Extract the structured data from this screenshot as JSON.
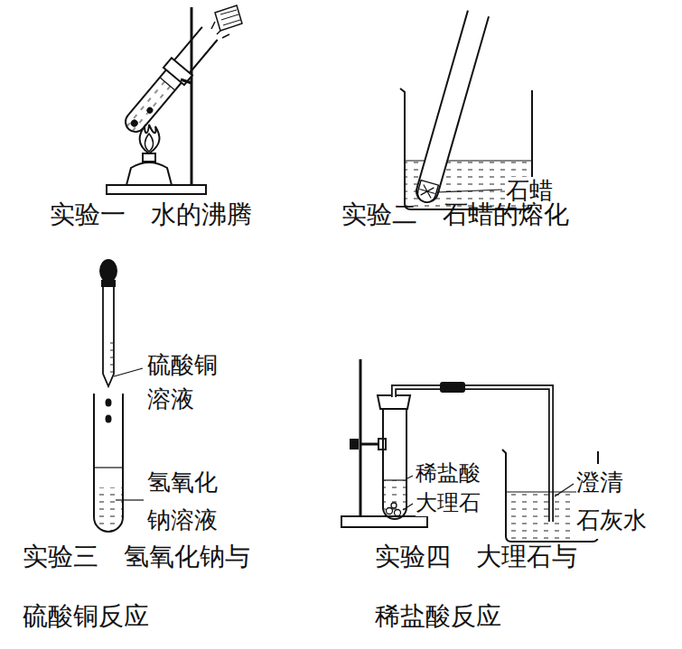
{
  "diagram": {
    "labels": [
      "石蜡",
      "实验一　水的沸腾",
      "实验二　石蜡的熔化",
      "硫酸铜 溶液",
      "氢氧化 钠溶液",
      "稀盐酸",
      "大理石",
      "澄清 石灰水",
      "实验三　氢氧化钠与 硫酸铜反应",
      "实验四　大理石与 稀盐酸反应"
    ]
  }
}
